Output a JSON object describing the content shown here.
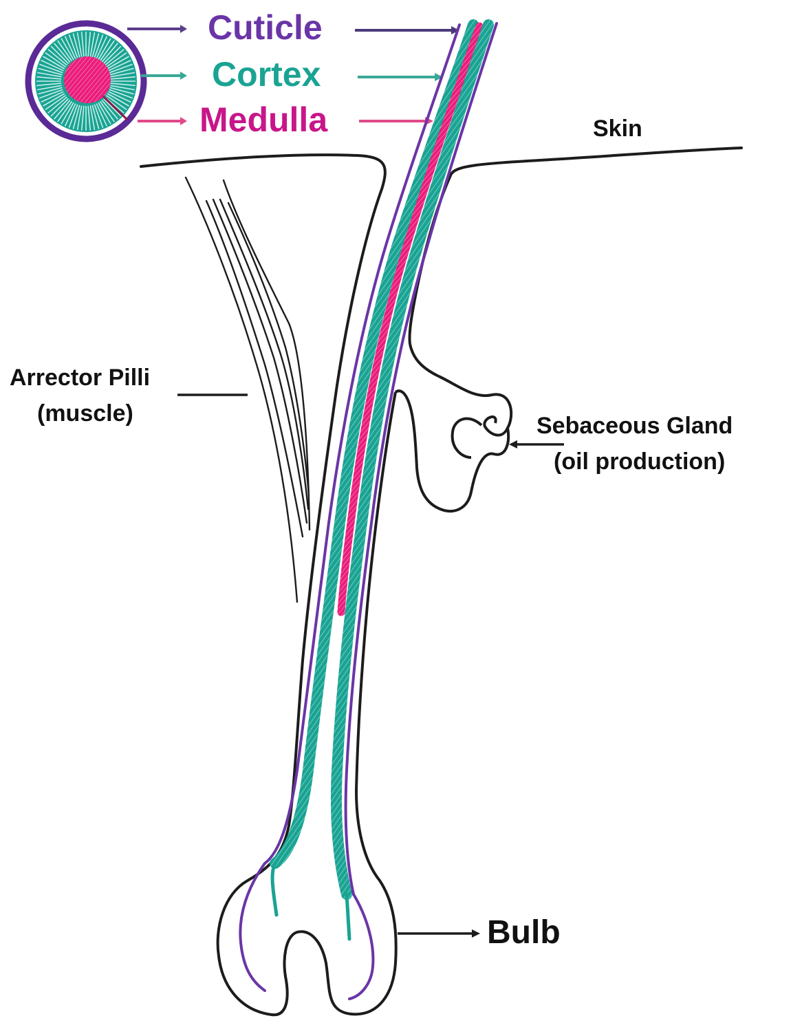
{
  "labels": {
    "cuticle": "Cuticle",
    "cortex": "Cortex",
    "medulla": "Medulla",
    "skin": "Skin",
    "arrector_line1": "Arrector Pilli",
    "arrector_line2": "(muscle)",
    "sebaceous_line1": "Sebaceous Gland",
    "sebaceous_line2": "(oil production)",
    "bulb": "Bulb"
  },
  "colors": {
    "cuticle": "#6a35a6",
    "cortex": "#1aa393",
    "medulla": "#ea1d7c",
    "outline": "#1c1c1c"
  }
}
